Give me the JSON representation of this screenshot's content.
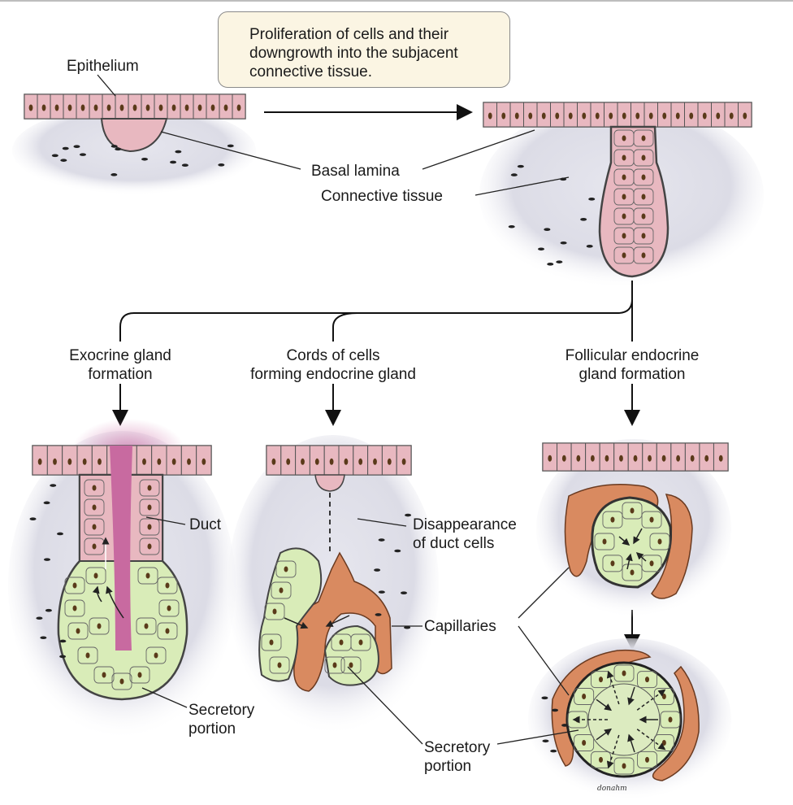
{
  "callout": {
    "lines": [
      "Proliferation of cells and their",
      "downgrowth into the subjacent",
      "connective tissue."
    ]
  },
  "labels": {
    "epithelium": "Epithelium",
    "basal_lamina": "Basal lamina",
    "connective_tissue": "Connective tissue",
    "exocrine": [
      "Exocrine gland",
      "formation"
    ],
    "cords": [
      "Cords of cells",
      "forming endocrine gland"
    ],
    "follicular": [
      "Follicular endocrine",
      "gland formation"
    ],
    "duct": "Duct",
    "disappearance": [
      "Disappearance",
      "of duct cells"
    ],
    "capillaries": "Capillaries",
    "secretory_left": [
      "Secretory",
      "portion"
    ],
    "secretory_mid": [
      "Secretory",
      "portion"
    ]
  },
  "colors": {
    "epithelial_cell": "#e8b8c0",
    "secretory_cell": "#d9ecb8",
    "capillary": "#d98a60",
    "connective_tissue": "#dedee8",
    "duct_lumen": "#c86aa0",
    "nucleus": "#5a3a1a",
    "callout_fill": "#fbf5e3"
  }
}
